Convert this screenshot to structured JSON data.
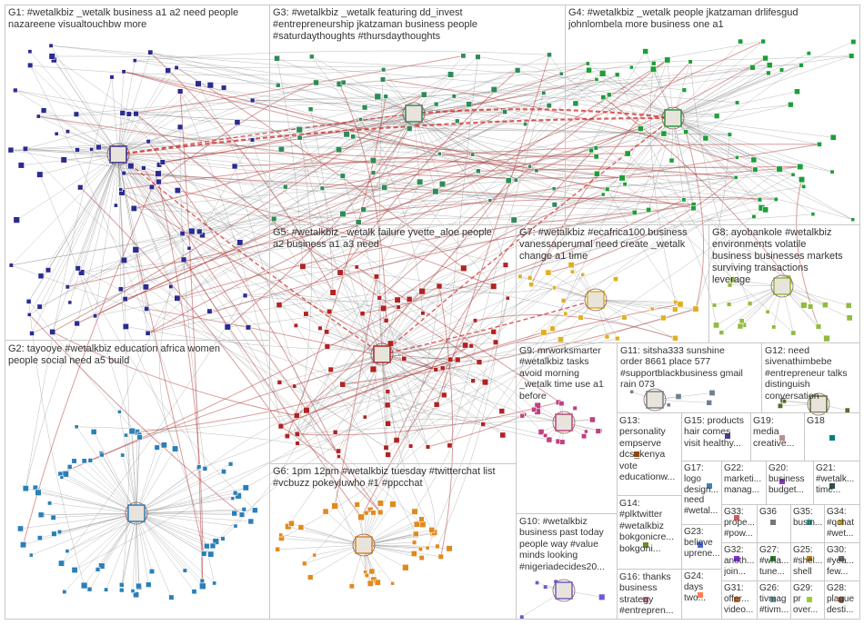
{
  "groups": [
    {
      "id": "G1",
      "label": "G1: #wetalkbiz _wetalk business a1 a2 need people\nnazareene visualtouchbw more",
      "color": "#2b2b8f"
    },
    {
      "id": "G2",
      "label": "G2: tayooye #wetalkbiz education africa women\npeople social need a5 build",
      "color": "#2a7fb8"
    },
    {
      "id": "G3",
      "label": "G3: #wetalkbiz _wetalk featuring dd_invest\n#entrepreneurship jkatzaman business people\n#saturdaythoughts #thursdaythoughts",
      "color": "#2e8b57"
    },
    {
      "id": "G4",
      "label": "G4: #wetalkbiz _wetalk people jkatzaman drlifesgud\njohnlombela more business one a1",
      "color": "#1e9e3a"
    },
    {
      "id": "G5",
      "label": "G5: #wetalkbiz _wetalk failure yvette_aloe people\na2 business a1 a3 need",
      "color": "#b22222"
    },
    {
      "id": "G6",
      "label": "G6: 1pm 12pm #wetalkbiz tuesday #twitterchat list\n#vcbuzz pokeyluwho #1 #ppcchat",
      "color": "#e08a1e"
    },
    {
      "id": "G7",
      "label": "G7: #wetalkbiz #ecafrica100 business\nvanessaperumal need create _wetalk\nchange a1 time",
      "color": "#e0b020"
    },
    {
      "id": "G8",
      "label": "G8: ayobankole #wetalkbiz\nenvironments volatile\nbusiness businesses markets\nsurviving transactions\nleverage",
      "color": "#8fbc3f"
    },
    {
      "id": "G9",
      "label": "G9: mrworksmarter\n#wetalkbiz tasks\navoid morning\n_wetalk time use a1\nbefore",
      "color": "#c04080"
    },
    {
      "id": "G10",
      "label": "G10: #wetalkbiz\nbusiness past today\npeople way #value\nminds looking\n#nigeriadecides20...",
      "color": "#6a5acd"
    },
    {
      "id": "G11",
      "label": "G11: sitsha333 sunshine\norder 8661 place 577\n#supportblackbusiness gmail\nrain 073",
      "color": "#708090"
    },
    {
      "id": "G12",
      "label": "G12: need\nsivenathimbebe\n#entrepreneur talks\ndistinguish\nconversation",
      "color": "#556b2f"
    },
    {
      "id": "G13",
      "label": "G13:\npersonality\nempserve\ndcs_kenya\nvote\neducationw...",
      "color": "#8b4513"
    },
    {
      "id": "G14",
      "label": "G14:\n#plktwitter\n#wetalkbiz\nbokgonicre...\nbokgoni...",
      "color": "#4682b4"
    },
    {
      "id": "G15",
      "label": "G15: products\nhair comes\nvisit healthy...",
      "color": "#9932cc"
    },
    {
      "id": "G16",
      "label": "G16: thanks\nbusiness\nstrategy\n#entrepren...",
      "color": "#2f4f4f"
    },
    {
      "id": "G17",
      "label": "G17:\nlogo\ndesign...\nneed\n#wetal...",
      "color": "#cd5c5c"
    },
    {
      "id": "G18",
      "label": "G18",
      "color": "#777777"
    },
    {
      "id": "G19",
      "label": "G19:\nmedia\ncreative...",
      "color": "#20b2aa"
    },
    {
      "id": "G20",
      "label": "G20:\nbusiness\nbudget...",
      "color": "#daa520"
    },
    {
      "id": "G21",
      "label": "G21:\n#wetalk...\ntime...",
      "color": "#8a2be2"
    },
    {
      "id": "G22",
      "label": "G22:\nmarketi...\nmanag...",
      "color": "#228b22"
    },
    {
      "id": "G23",
      "label": "G23:\nbelieve\nuprene...",
      "color": "#b8860b"
    },
    {
      "id": "G24",
      "label": "G24:\ndays\ntwo...",
      "color": "#696969"
    },
    {
      "id": "G25",
      "label": "G25:\n#shel...\nshell",
      "color": "#d2691e"
    },
    {
      "id": "G26",
      "label": "G26:\ntivmag\n#tivm...",
      "color": "#5f9ea0"
    },
    {
      "id": "G27",
      "label": "G27:\n#wha...\ntune...",
      "color": "#9acd32"
    },
    {
      "id": "G28",
      "label": "G28:\nplague\ndesti...",
      "color": "#a0522d"
    },
    {
      "id": "G29",
      "label": "G29:\npr\nover...",
      "color": "#4169e1"
    },
    {
      "id": "G30",
      "label": "G30:\n#yea...\nfew...",
      "color": "#ff7f50"
    },
    {
      "id": "G31",
      "label": "G31:\noffer...\nvideo...",
      "color": "#6b8e23"
    },
    {
      "id": "G32",
      "label": "G32:\nanoth...\njoin...",
      "color": "#db7093"
    },
    {
      "id": "G33",
      "label": "G33:\nprope...\n#pow...",
      "color": "#483d8b"
    },
    {
      "id": "G34",
      "label": "G34:\n#qchat\n#wet...",
      "color": "#bc8f8f"
    },
    {
      "id": "G35",
      "label": "G35:\nbusin...",
      "color": "#008080"
    },
    {
      "id": "G36",
      "label": "G36",
      "color": "#999999"
    }
  ]
}
